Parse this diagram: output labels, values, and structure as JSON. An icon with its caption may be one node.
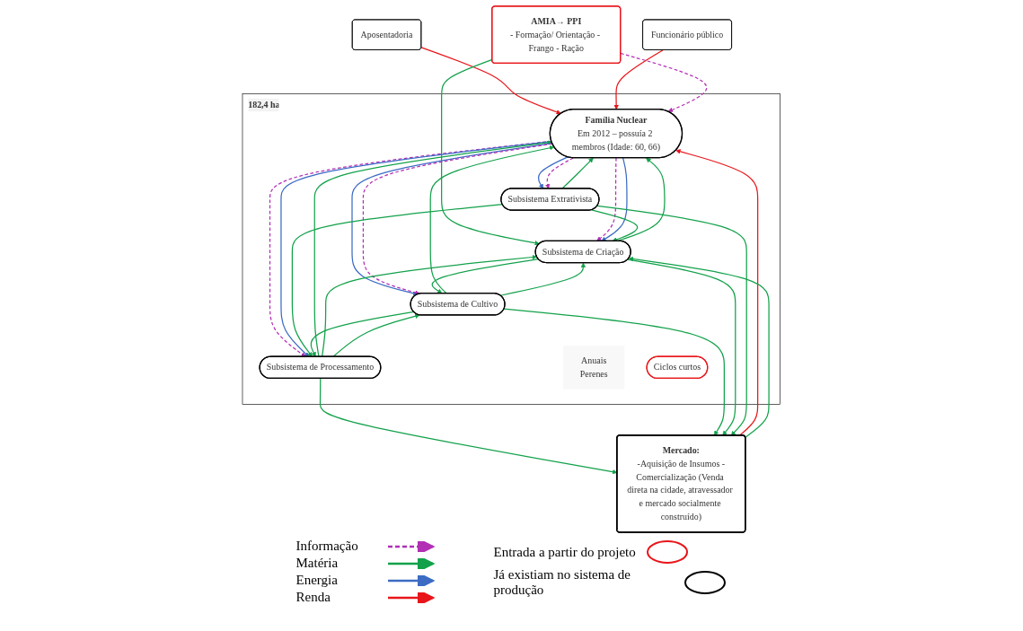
{
  "diagram": {
    "nodes": [
      {
        "text": [
          "Aposentadoria"
        ]
      },
      {
        "text": [
          "Funcionário público"
        ]
      },
      {
        "text": [
          "182,4 ha"
        ]
      },
      {
        "text": [
          "Família Nuclear",
          "Em 2012 – possuía 2 membros (Idade: 60, 66)"
        ],
        "in": 2
      },
      {
        "text": [
          "Subsistema de Processamento"
        ],
        "in": 2
      },
      {
        "text": [
          "AMIA→ PPI",
          "- Formação/ Orientação - Frango - Ração"
        ]
      },
      {
        "text": [
          "Subsistema de Criação"
        ],
        "in": 2
      },
      {
        "text": [
          "Subsistema de Cultivo"
        ],
        "in": 2,
        "beside": [
          "Anuais",
          "Perenes"
        ]
      },
      {
        "text": [
          "Ciclos curtos"
        ],
        "in": 2
      },
      {
        "text": [
          "Mercado:",
          "-Aquisição de Insumos -Comercialização (Venda direta na cidade, atravessador e mercado socialmente construído)"
        ]
      },
      {
        "text": [
          "Subsistema Extrativista"
        ],
        "in": 2
      }
    ],
    "edges": [
      {
        "from": 0,
        "to": 3,
        "arrow": "to",
        "color": "#e8151a"
      },
      {
        "from": 1,
        "to": 3,
        "arrow": "to",
        "color": "#e8151a"
      },
      {
        "from": 5,
        "to": 3,
        "arrow": "to",
        "style": "dashed",
        "color": "#b22fb5"
      },
      {
        "from": 5,
        "to": 6,
        "arrow": "to"
      },
      {
        "from": 9,
        "to": 3,
        "arrow": "to",
        "color": "#e8151a"
      },
      {
        "from": 3,
        "to": 6,
        "arrow": "to",
        "style": "dashed",
        "color": "#b22fb5"
      },
      {
        "from": 3,
        "to": 6,
        "arrow": "to",
        "color": "#3c6bc4"
      },
      {
        "from": 6,
        "to": 3,
        "arrow": "to"
      },
      {
        "from": 3,
        "to": 4,
        "arrow": "to",
        "style": "dashed",
        "color": "#b22fb5"
      },
      {
        "from": 3,
        "to": 4,
        "arrow": "to",
        "color": "#3c6bc4"
      },
      {
        "from": 4,
        "to": 3,
        "arrow": "to"
      },
      {
        "from": 3,
        "to": 7,
        "arrow": "to",
        "color": "#3c6bc4"
      },
      {
        "from": 3,
        "to": 7,
        "arrow": "to",
        "style": "dashed",
        "color": "#b22fb5"
      },
      {
        "from": 7,
        "to": 3,
        "arrow": "to"
      },
      {
        "from": 3,
        "to": 10,
        "arrow": "to",
        "color": "#3c6bc4"
      },
      {
        "from": 3,
        "to": 10,
        "arrow": "to",
        "style": "dashed",
        "color": "#b22fb5"
      },
      {
        "from": 10,
        "to": 3,
        "arrow": "to"
      },
      {
        "from": 4,
        "to": 6,
        "arrow": "to"
      },
      {
        "from": 4,
        "to": 9,
        "arrow": "to"
      },
      {
        "from": 10,
        "to": 4,
        "arrow": "to"
      },
      {
        "from": 4,
        "to": 7,
        "arrow": "to"
      },
      {
        "from": 7,
        "to": 4,
        "arrow": "to"
      },
      {
        "from": 7,
        "to": 6,
        "arrow": "to"
      },
      {
        "from": 6,
        "to": 7,
        "arrow": "to"
      },
      {
        "from": 7,
        "to": 9,
        "arrow": "to"
      },
      {
        "from": 6,
        "to": 9,
        "arrow": "to"
      },
      {
        "from": 9,
        "to": 6,
        "arrow": "to"
      },
      {
        "from": 10,
        "to": 6,
        "arrow": "to"
      },
      {
        "from": 10,
        "to": 9,
        "arrow": "to"
      }
    ],
    "legend": [
      {
        "text": "Informação"
      },
      {
        "text": "Matéria"
      },
      {
        "text": "Energia"
      },
      {
        "text": "Renda"
      },
      {
        "text": "Entrada a partir do projeto"
      },
      {
        "text": "Já existiam no sistema de produção"
      }
    ]
  }
}
